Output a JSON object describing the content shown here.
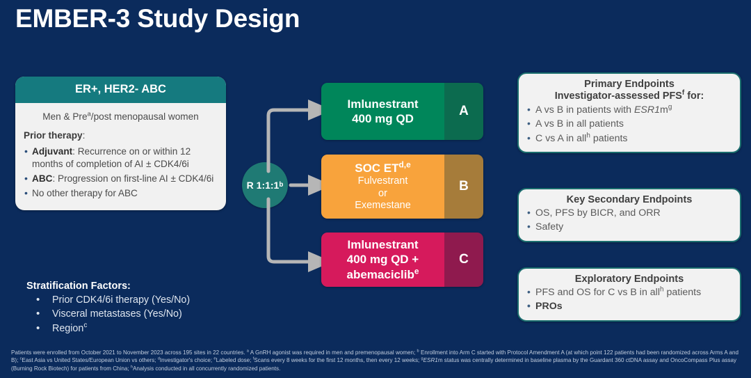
{
  "title": "EMBER-3 Study Design",
  "colors": {
    "background": "#0b2b5c",
    "arm_a": "#00865a",
    "arm_a_cap": "#0c6b4f",
    "arm_b": "#f8a33c",
    "arm_b_cap": "#a67c3a",
    "arm_c": "#d61a5c",
    "arm_c_cap": "#8f1a4e",
    "population_header": "#157a7f",
    "randomization_circle": "#1f7a74",
    "endpoint_border": "#1a6e6e",
    "arrow": "#b6b6b6"
  },
  "population": {
    "header": "ER+, HER2- ABC",
    "intro_prefix": "Men & Pre",
    "intro_sup": "a",
    "intro_suffix": "/post menopausal women",
    "prior_therapy_label": "Prior therapy",
    "prior_therapy_colon": ":",
    "items": [
      {
        "bold": "Adjuvant",
        "text": ": Recurrence on or within 12 months of completion of AI ± CDK4/6i"
      },
      {
        "bold": "ABC",
        "text": ": Progression on first-line AI ± CDK4/6i"
      },
      {
        "bold": "",
        "text": "No other therapy for ABC"
      }
    ]
  },
  "stratification": {
    "title": "Stratification Factors:",
    "items": [
      {
        "text": "Prior CDK4/6i therapy (Yes/No)",
        "sup": ""
      },
      {
        "text": "Visceral metastases (Yes/No)",
        "sup": ""
      },
      {
        "text": "Region",
        "sup": "c"
      }
    ]
  },
  "randomization": {
    "label": "R 1:1:1",
    "sup": "b"
  },
  "arms": [
    {
      "letter": "A",
      "title": "Imlunestrant",
      "title_sup": "",
      "lines": [
        "400 mg QD"
      ],
      "bold_lines": true
    },
    {
      "letter": "B",
      "title": "SOC ET",
      "title_sup": "d,e",
      "lines": [
        "Fulvestrant",
        "or",
        "Exemestane"
      ],
      "bold_lines": false
    },
    {
      "letter": "C",
      "title": "Imlunestrant",
      "title_sup": "",
      "lines": [
        "400 mg QD +",
        "abemaciclib"
      ],
      "line_sup": "e",
      "bold_lines": true
    }
  ],
  "endpoints": {
    "primary": {
      "title": "Primary Endpoints",
      "subtitle_prefix": "Investigator-assessed PFS",
      "subtitle_sup": "f",
      "subtitle_suffix": " for:",
      "items": [
        {
          "pre": "A vs B in patients with ",
          "italic": "ESR1",
          "mid": "m",
          "sup": "g",
          "post": ""
        },
        {
          "pre": "A vs B in all patients",
          "italic": "",
          "mid": "",
          "sup": "",
          "post": ""
        },
        {
          "pre": "C vs A in all",
          "italic": "",
          "mid": "",
          "sup": "h",
          "post": " patients"
        }
      ]
    },
    "secondary": {
      "title": "Key Secondary Endpoints",
      "items": [
        {
          "text": "OS, PFS by BICR, and ORR",
          "bold": false
        },
        {
          "text": "Safety",
          "bold": false
        }
      ]
    },
    "exploratory": {
      "title": "Exploratory Endpoints",
      "items": [
        {
          "pre": "PFS and OS for C vs B in all",
          "sup": "h",
          "post": " patients",
          "bold": false
        },
        {
          "pre": "PROs",
          "sup": "",
          "post": "",
          "bold": true
        }
      ]
    }
  },
  "footnotes": {
    "line1_a": "Patients were enrolled from October 2021 to November 2023 across 195 sites in 22 countries. ",
    "sup_a": "a",
    "line1_b": " A GnRH agonist was required in men and premenopausal women; ",
    "sup_b": "b",
    "line1_c": " Enrollment into Arm C started with Protocol Amendment A (at which point 122 patients had been randomized across Arms A and B); ",
    "sup_c": "c",
    "line2_a": "East Asia vs United States/European Union vs others; ",
    "sup_d": "d",
    "line2_b": "Investigator's choice; ",
    "sup_e": "e",
    "line2_c": "Labeled dose; ",
    "sup_f": "f",
    "line2_d": "Scans every 8 weeks for the first 12 months, then every 12 weeks; ",
    "sup_g": "g",
    "italic_esr1": "ESR1",
    "line3_a": "m status was centrally determined in baseline plasma by the Guardant 360 ctDNA assay and OncoCompass Plus assay (Burning Rock Biotech) for patients from China; ",
    "sup_h": "h",
    "line3_b": "Analysis conducted in all concurrently randomized patients."
  }
}
